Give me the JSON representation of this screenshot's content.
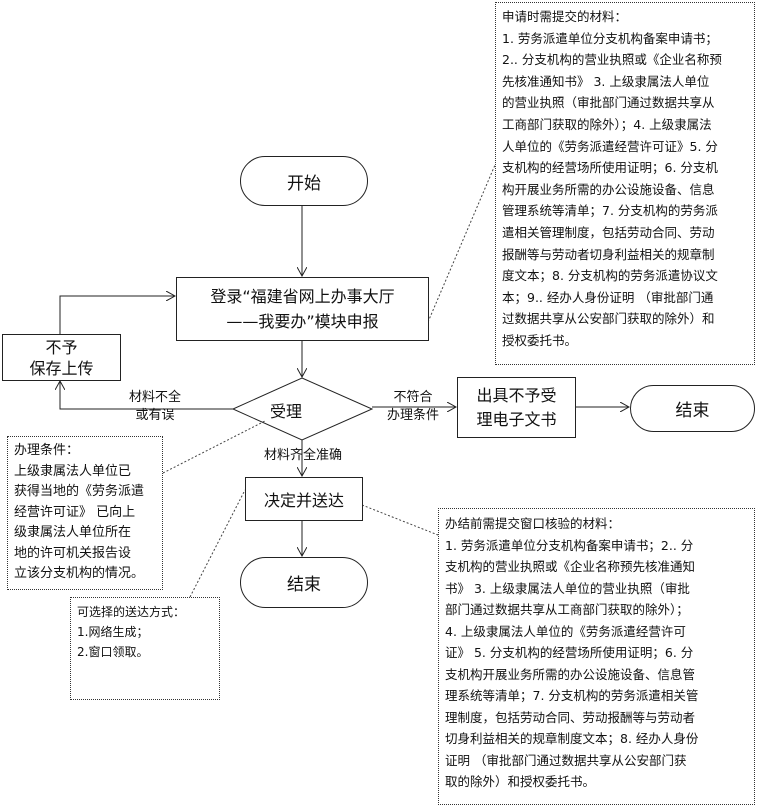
{
  "start": "开始",
  "login": [
    "登录“福建省网上办事大厅",
    "——我要办”模块申报"
  ],
  "reject_save": [
    "不予",
    "保存上传"
  ],
  "accept": "受理",
  "incomplete_label": [
    "材料不全",
    "或有误"
  ],
  "not_meet_label": [
    "不符合",
    "办理条件"
  ],
  "no_accept_doc": [
    "出具不予受",
    "理电子文书"
  ],
  "end": "结束",
  "complete_label": "材料齐全准确",
  "decide": "决定并送达",
  "end2": "结束",
  "apply_materials": [
    "申请时需提交的材料：",
    "1. 劳务派遣单位分支机构备案申请书；",
    "2.. 分支机构的营业执照或《企业名称预",
    "先核准通知书》 3. 上级隶属法人单位",
    "的营业执照（审批部门通过数据共享从",
    "工商部门获取的除外）；4. 上级隶属法",
    "人单位的《劳务派遣经营许可证》5. 分",
    "支机构的经营场所使用证明；6. 分支机",
    "构开展业务所需的办公设施设备、信息",
    "管理系统等清单；7. 分支机构的劳务派",
    "遣相关管理制度，包括劳动合同、劳动",
    "报酬等与劳动者切身利益相关的规章制",
    "度文本；8. 分支机构的劳务派遣协议文",
    "本；9.. 经办人身份证明 （审批部门通",
    "过数据共享从公安部门获取的除外）和",
    "授权委托书。"
  ],
  "conditions": [
    "办理条件：",
    "上级隶属法人单位已",
    "获得当地的《劳务派遣",
    "经营许可证》 已向上",
    "级隶属法人单位所在",
    "地的许可机关报告设",
    "立该分支机构的情况。"
  ],
  "delivery": [
    "可选择的送达方式：",
    "1.网络生成；",
    "2.窗口领取。"
  ],
  "verify_materials": [
    "办结前需提交窗口核验的材料：",
    "1. 劳务派遣单位分支机构备案申请书；2.. 分",
    "支机构的营业执照或《企业名称预先核准通知",
    "书》 3. 上级隶属法人单位的营业执照（审批",
    "部门通过数据共享从工商部门获取的除外）；",
    "4. 上级隶属法人单位的《劳务派遣经营许可",
    "证》 5. 分支机构的经营场所使用证明；6. 分",
    "支机构开展业务所需的办公设施设备、信息管",
    "理系统等清单；7. 分支机构的劳务派遣相关管",
    "理制度，包括劳动合同、劳动报酬等与劳动者",
    "切身利益相关的规章制度文本；8. 经办人身份",
    "证明 （审批部门通过数据共享从公安部门获",
    "取的除外）和授权委托书。"
  ]
}
